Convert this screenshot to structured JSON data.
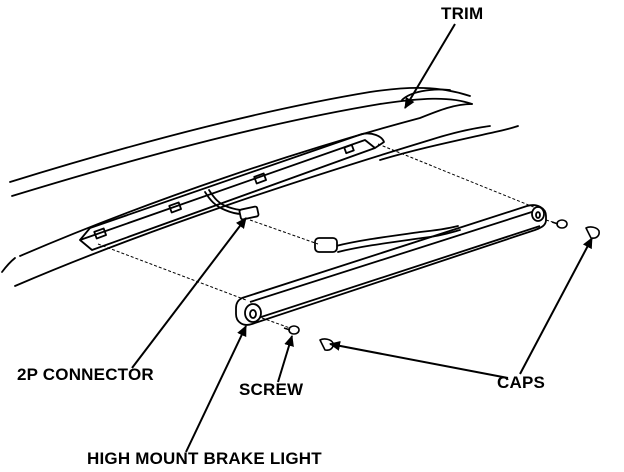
{
  "labels": {
    "trim": "TRIM",
    "connector": "2P CONNECTOR",
    "screw": "SCREW",
    "caps": "CAPS",
    "brake_light": "HIGH MOUNT BRAKE LIGHT"
  },
  "colors": {
    "ink": "#000000",
    "background": "#ffffff"
  }
}
